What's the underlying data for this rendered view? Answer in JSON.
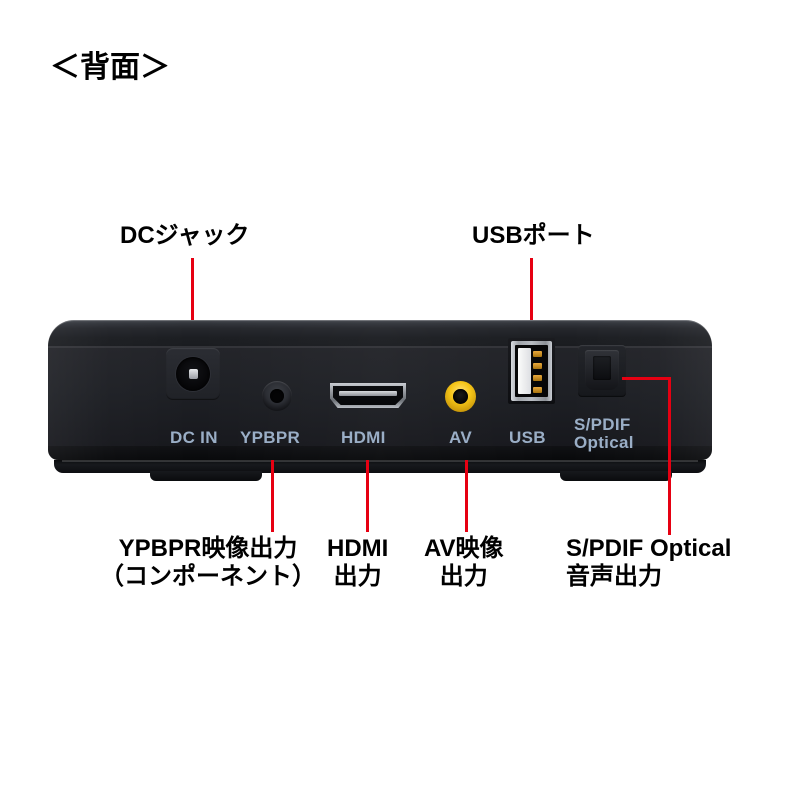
{
  "title": "＜背面＞",
  "accent_color": "#e60012",
  "silk_color": "#9aaec6",
  "device": {
    "body_color": "#17191d",
    "port_plate_color": "#1e2025"
  },
  "silk_labels": [
    {
      "id": "dc-in",
      "text": "DC IN"
    },
    {
      "id": "ypbpr",
      "text": "YPBPR"
    },
    {
      "id": "hdmi",
      "text": "HDMI"
    },
    {
      "id": "av",
      "text": "AV"
    },
    {
      "id": "usb",
      "text": "USB"
    },
    {
      "id": "spdif_line1",
      "text": "S/PDIF"
    },
    {
      "id": "spdif_line2",
      "text": "Optical"
    }
  ],
  "callouts": {
    "dc_jack": {
      "text": "DCジャック"
    },
    "usb_port": {
      "text": "USBポート"
    },
    "ypbpr": {
      "line1": "YPBPR映像出力",
      "line2": "（コンポーネント）"
    },
    "hdmi": {
      "line1": "HDMI",
      "line2": "出力"
    },
    "av": {
      "line1": "AV映像",
      "line2": "出力"
    },
    "spdif": {
      "line1": "S/PDIF Optical",
      "line2": "音声出力"
    }
  },
  "ports": [
    {
      "name": "dc-in-jack",
      "type": "barrel-power"
    },
    {
      "name": "ypbpr-jack",
      "type": "3.5mm-minijack"
    },
    {
      "name": "hdmi-port",
      "type": "hdmi-type-a"
    },
    {
      "name": "av-jack",
      "type": "3.5mm-composite",
      "color": "#f5c518"
    },
    {
      "name": "usb-port",
      "type": "usb-type-a"
    },
    {
      "name": "spdif-optical-port",
      "type": "toslink"
    }
  ]
}
